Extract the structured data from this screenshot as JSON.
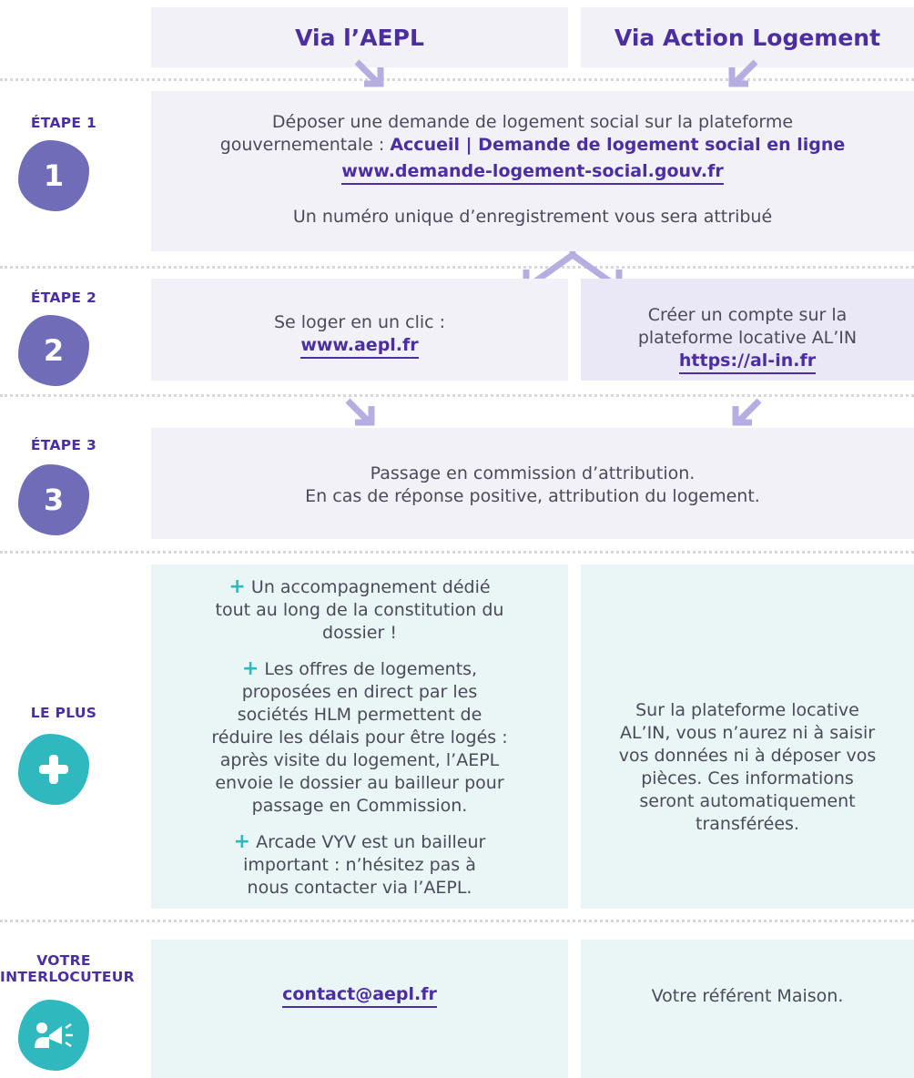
{
  "columns": {
    "left_title": "Via l’AEPL",
    "right_title": "Via Action Logement"
  },
  "steps": [
    {
      "label": "ÉTAPE 1",
      "number": "1",
      "line1": "Déposer une demande de logement social sur la plateforme",
      "line2_prefix": "gouvernementale : ",
      "line2_link": "Accueil | Demande de logement social en ligne",
      "url": "www.demande-logement-social.gouv.fr",
      "note": "Un numéro unique d’enregistrement vous sera attribué"
    },
    {
      "label": "ÉTAPE 2",
      "number": "2",
      "left_text": "Se loger en un clic :",
      "left_url": "www.aepl.fr",
      "right_line1": "Créer un compte sur la",
      "right_line2": "plateforme locative AL’IN",
      "right_url": "https://al-in.fr"
    },
    {
      "label": "ÉTAPE 3",
      "number": "3",
      "line1": "Passage en commission d’attribution.",
      "line2": "En cas de réponse positive, attribution du logement."
    }
  ],
  "plus": {
    "label": "LE PLUS",
    "icon": "plus-icon",
    "left_items": [
      "Un accompagnement dédié tout au long de la constitution du dossier !",
      "Les offres de logements, proposées en direct par les sociétés HLM permettent de réduire les délais pour être logés : après visite du logement, l’AEPL envoie le dossier au bailleur pour passage en Commission.",
      "Arcade VYV est un bailleur important : n’hésitez pas à nous contacter via l’AEPL."
    ],
    "right_text": "Sur la plateforme locative AL’IN, vous n’aurez ni à saisir vos données ni à déposer vos pièces. Ces informations seront automatiquement transférées."
  },
  "contact": {
    "label_line1": "VOTRE",
    "label_line2": "INTERLOCUTEUR",
    "icon": "megaphone-icon",
    "left_email": "contact@aepl.fr",
    "right_text": "Votre référent Maison."
  },
  "colors": {
    "heading": "#4b2ea0",
    "step_blob": "#6f6db8",
    "plus_accent": "#2fb8be",
    "box_bg": "#f2f1f8",
    "teal_bg": "#e9f6f5"
  }
}
